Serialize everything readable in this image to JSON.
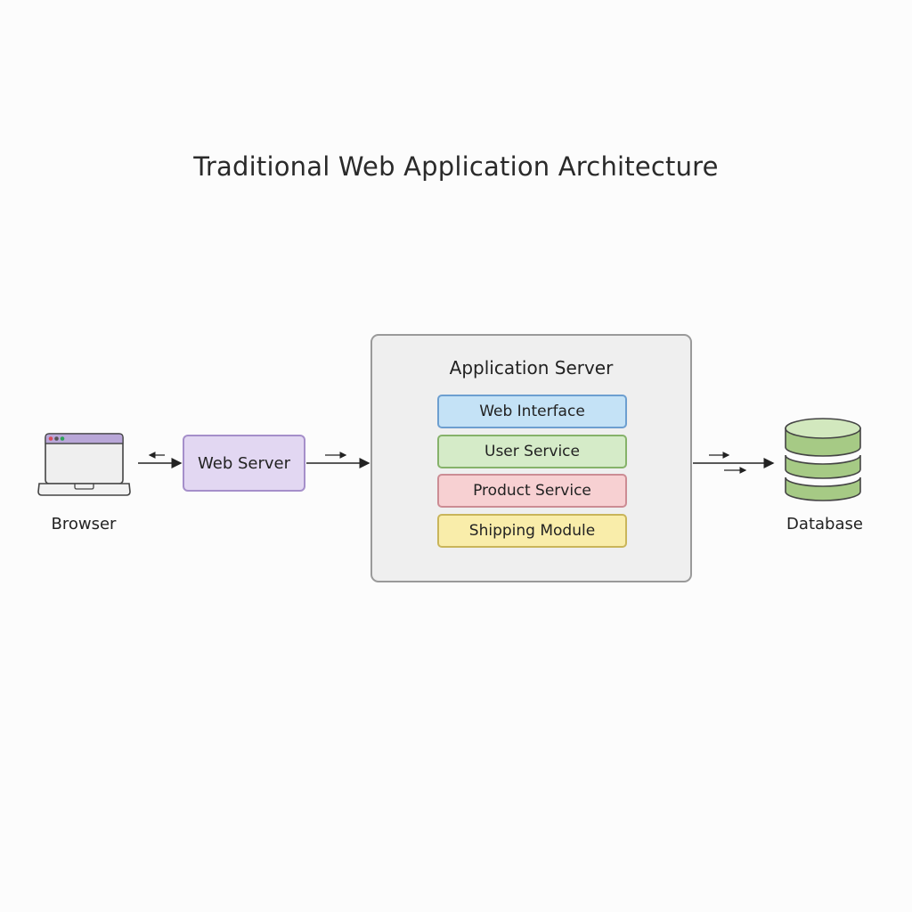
{
  "title": "Traditional Web Application Architecture",
  "nodes": {
    "browser": {
      "label": "Browser",
      "icon": "laptop-icon",
      "window_dots": [
        "#d94b5c",
        "#555555",
        "#2fa05a"
      ],
      "titlebar_color": "#b9a7d8"
    },
    "web_server": {
      "label": "Web Server",
      "fill": "#e2d7f2",
      "border": "#a58fca"
    },
    "app_server": {
      "label": "Application Server",
      "modules": [
        {
          "label": "Web Interface",
          "fill": "#c4e2f6",
          "border": "#6d9fd0"
        },
        {
          "label": "User Service",
          "fill": "#d5ebc8",
          "border": "#86b26a"
        },
        {
          "label": "Product Service",
          "fill": "#f7d0d2",
          "border": "#cc8c94"
        },
        {
          "label": "Shipping Module",
          "fill": "#f9edaa",
          "border": "#c9b55a"
        }
      ]
    },
    "database": {
      "label": "Database",
      "icon": "database-icon",
      "fill": "#aacd8a",
      "top_fill": "#d2e8be"
    }
  },
  "connections": [
    {
      "from": "browser",
      "to": "web_server",
      "direction": "bidirectional"
    },
    {
      "from": "web_server",
      "to": "app_server",
      "direction": "forward"
    },
    {
      "from": "app_server",
      "to": "database",
      "direction": "forward"
    }
  ]
}
